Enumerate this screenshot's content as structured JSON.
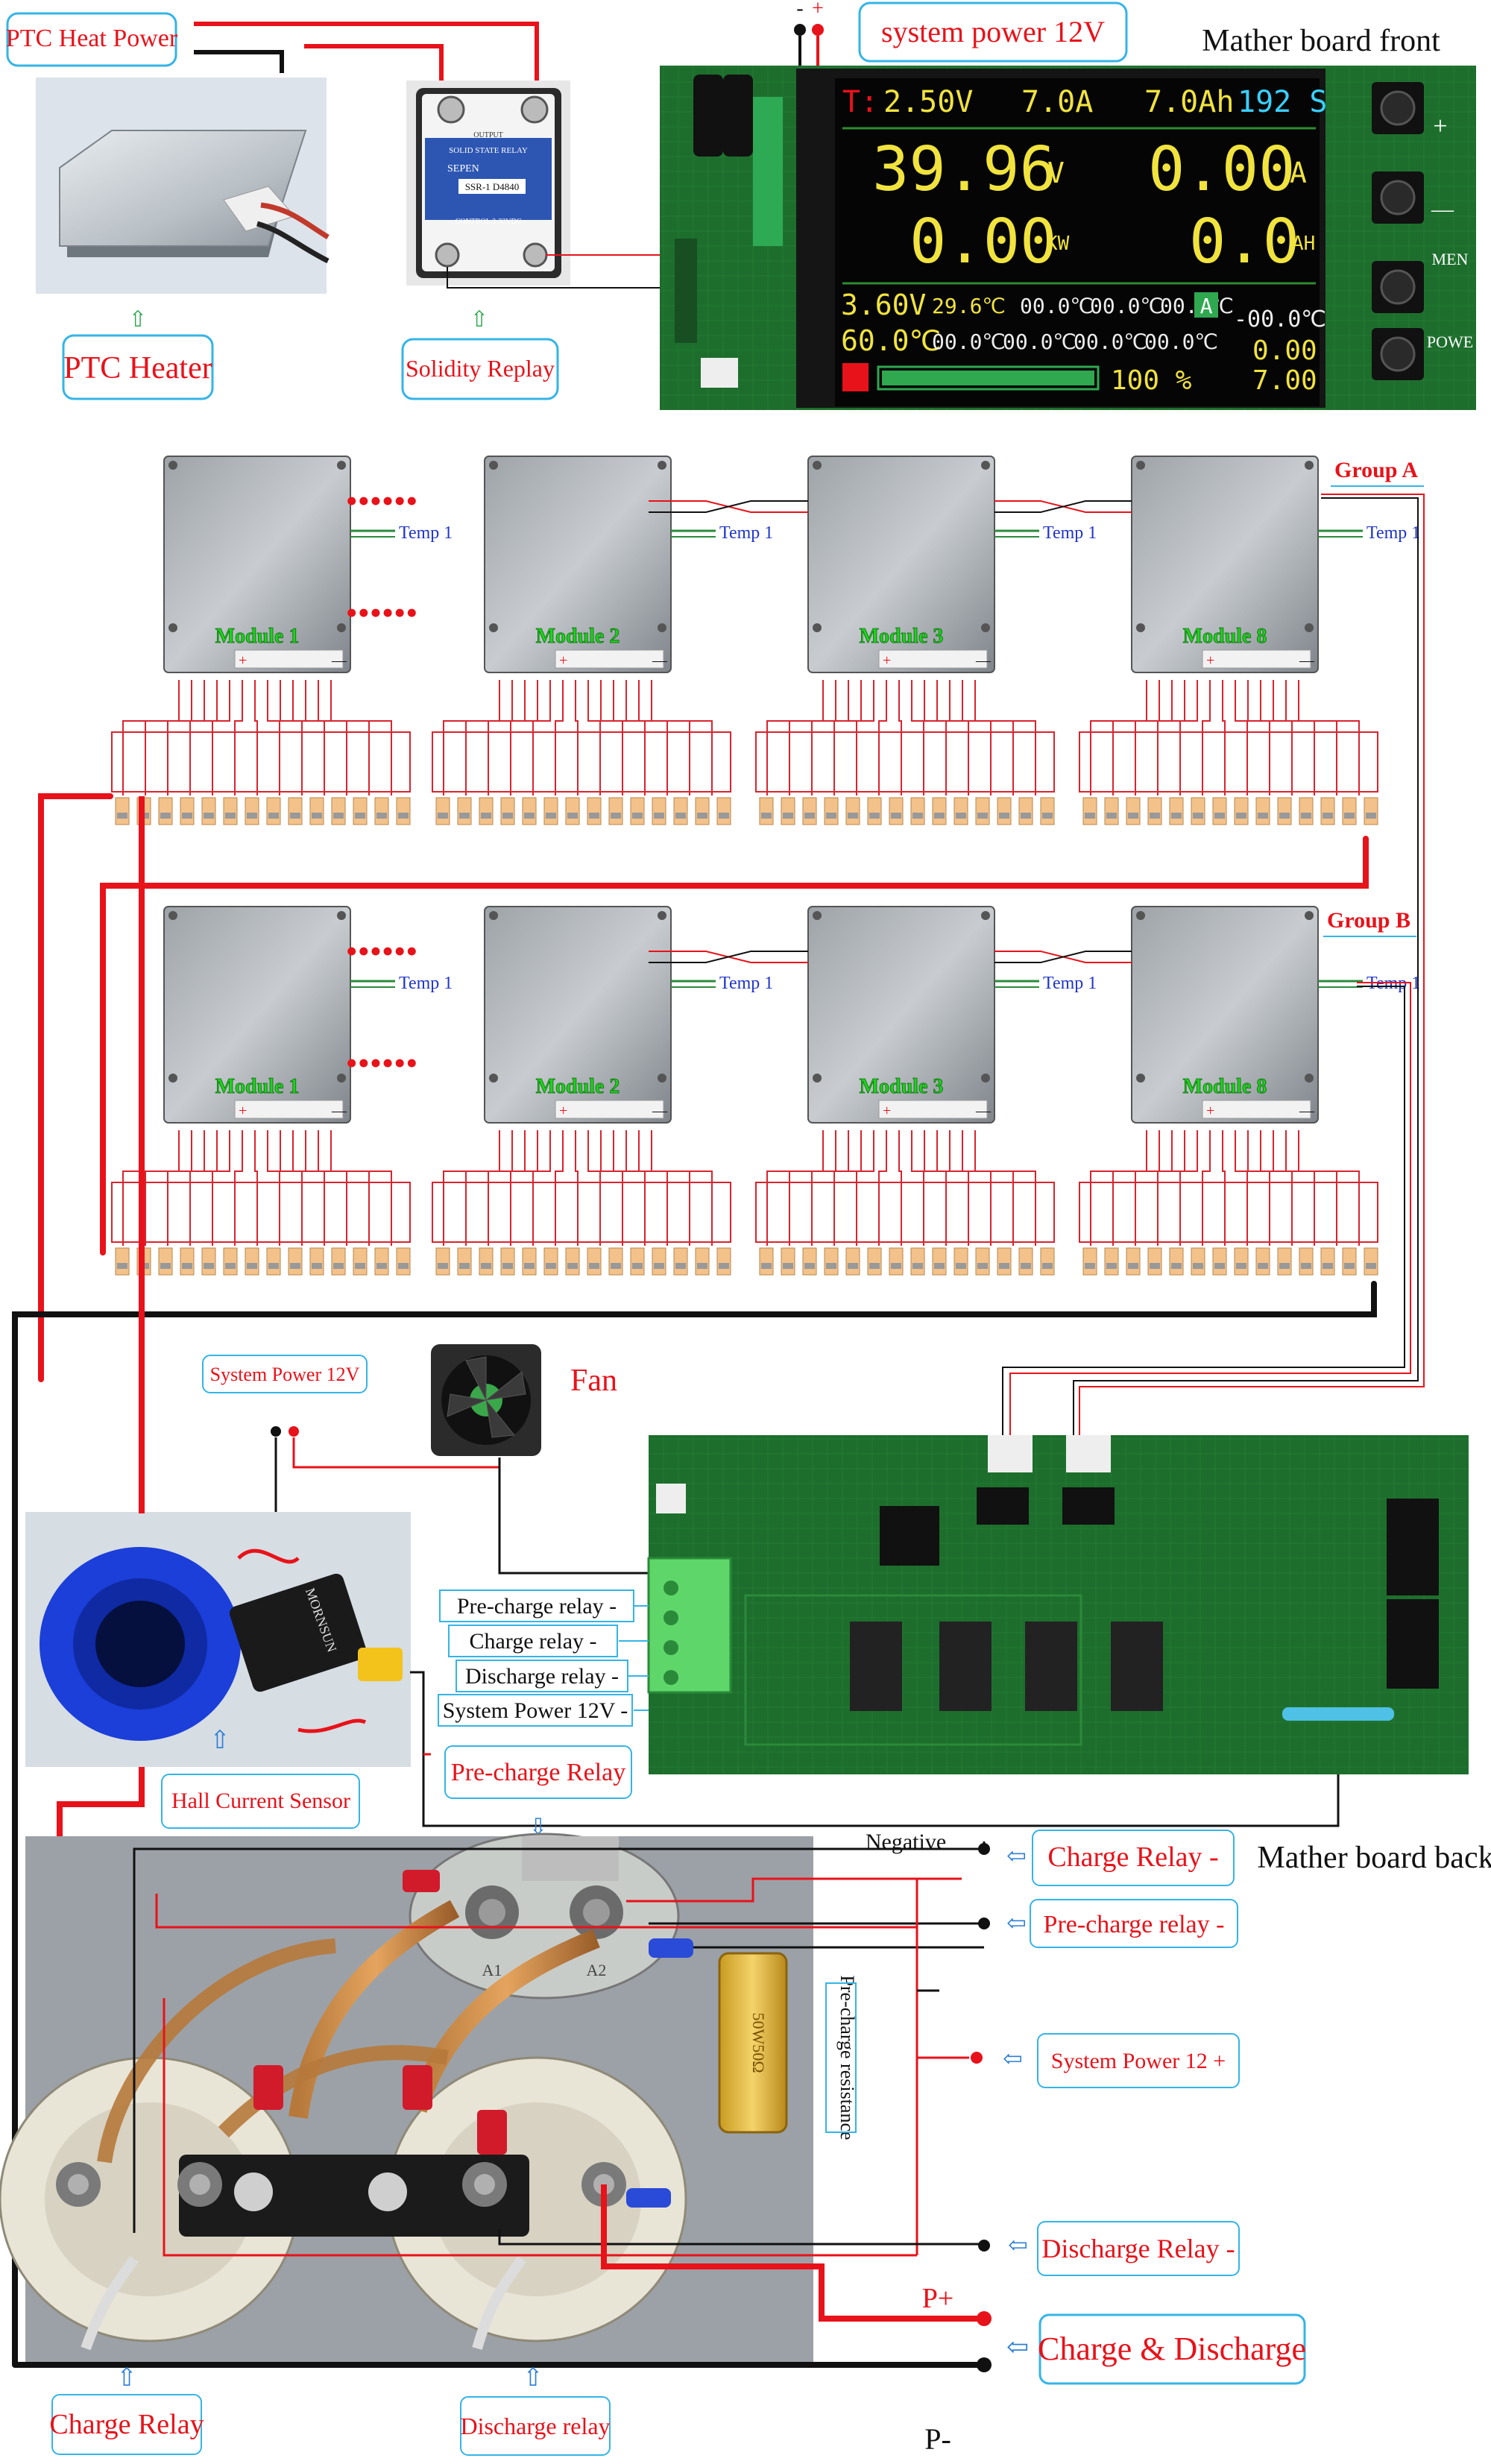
{
  "colors": {
    "wire_red": "#e8121a",
    "wire_black": "#111111",
    "label_border": "#35b4e6",
    "module_label": "#1fd21f",
    "pcb_green": "#1d6e2c",
    "lcd_bg": "#050505"
  },
  "top": {
    "ptc_heat_power": "PTC Heat Power",
    "ptc_heater": "PTC Heater",
    "solidity_relay": "Solidity Replay",
    "system_power": "system power 12V",
    "polarity_minus": "-",
    "polarity_plus": "+",
    "mother_front": "Mather board front",
    "ssr_text": [
      "OUTPUT",
      "SOLID STATE RELAY",
      "SEPEN",
      "SSR-1 D4840",
      "CONTROL 3-32VDC"
    ]
  },
  "lcd": {
    "row1": [
      "T:",
      "2.50V",
      "7.0A",
      "7.0Ah",
      "192 S"
    ],
    "volt": "39.96",
    "volt_unit": "V",
    "amp": "0.00",
    "amp_unit": "A",
    "kw": "0.00",
    "kw_unit": "KW",
    "ah": "0.0",
    "ah_unit": "AH",
    "row3": [
      "3.60V",
      "29.6℃",
      "00.0℃",
      "00.0℃",
      "00.0℃",
      "A",
      "-00.0℃"
    ],
    "row4": [
      "60.0℃",
      "00.0℃",
      "00.0℃",
      "00.0℃",
      "00.0℃",
      "0.00"
    ],
    "percent": "100 %",
    "last": "7.00",
    "buttons": [
      "+",
      "—",
      "MEN",
      "POWE"
    ]
  },
  "group_a": {
    "label": "Group A",
    "modules": [
      "Module 8",
      "Module 3",
      "Module 2",
      "Module 1"
    ],
    "temps": [
      "Temp 1",
      "Temp 1",
      "Temp 1",
      "Temp 1"
    ],
    "dots": "••••••"
  },
  "group_b": {
    "label": "Group B",
    "modules": [
      "Module 8",
      "Module 3",
      "Module 2",
      "Module 1"
    ],
    "temps": [
      "Temp 1",
      "Temp 1",
      "Temp 1",
      "Temp 1"
    ],
    "dots": "••••••"
  },
  "lower": {
    "system_power": "System Power 12V",
    "fan": "Fan",
    "hall_sensor": "Hall Current Sensor",
    "connector_labels": [
      "Pre-charge relay -",
      "Charge relay -",
      "Discharge relay -",
      "System Power 12V -"
    ],
    "precharge_relay": "Pre-charge Relay",
    "negative": "Negative",
    "charge_relay_minus": "Charge Relay -",
    "mother_back": "Mather board back",
    "precharge_relay_minus": "Pre-charge relay -",
    "system_power_plus": "System Power 12 +",
    "precharge_resistance": "Pre-charge resistance",
    "discharge_relay_minus": "Discharge Relay -",
    "p_plus": "P+",
    "charge_discharge": "Charge & Discharge",
    "p_minus": "P-",
    "charge_relay": "Charge Relay",
    "discharge_relay": "Discharge relay",
    "relay_terms": [
      "A1",
      "A2"
    ],
    "resistor_text": "50W50Ω",
    "sensor_brand": "MORNSUN"
  }
}
